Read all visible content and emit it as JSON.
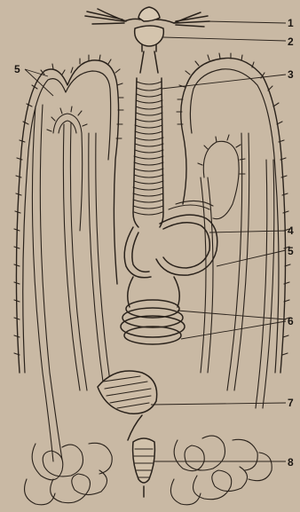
{
  "figure": {
    "labels": [
      {
        "id": "label-1",
        "text": "1"
      },
      {
        "id": "label-2",
        "text": "2"
      },
      {
        "id": "label-3",
        "text": "3"
      },
      {
        "id": "label-4",
        "text": "4"
      },
      {
        "id": "label-5-left",
        "text": "5"
      },
      {
        "id": "label-5-right",
        "text": "5"
      },
      {
        "id": "label-6",
        "text": "6"
      },
      {
        "id": "label-7",
        "text": "7"
      },
      {
        "id": "label-8",
        "text": "8"
      }
    ],
    "colors": {
      "paper": "#c9b9a4",
      "ink": "#2a221b"
    }
  }
}
